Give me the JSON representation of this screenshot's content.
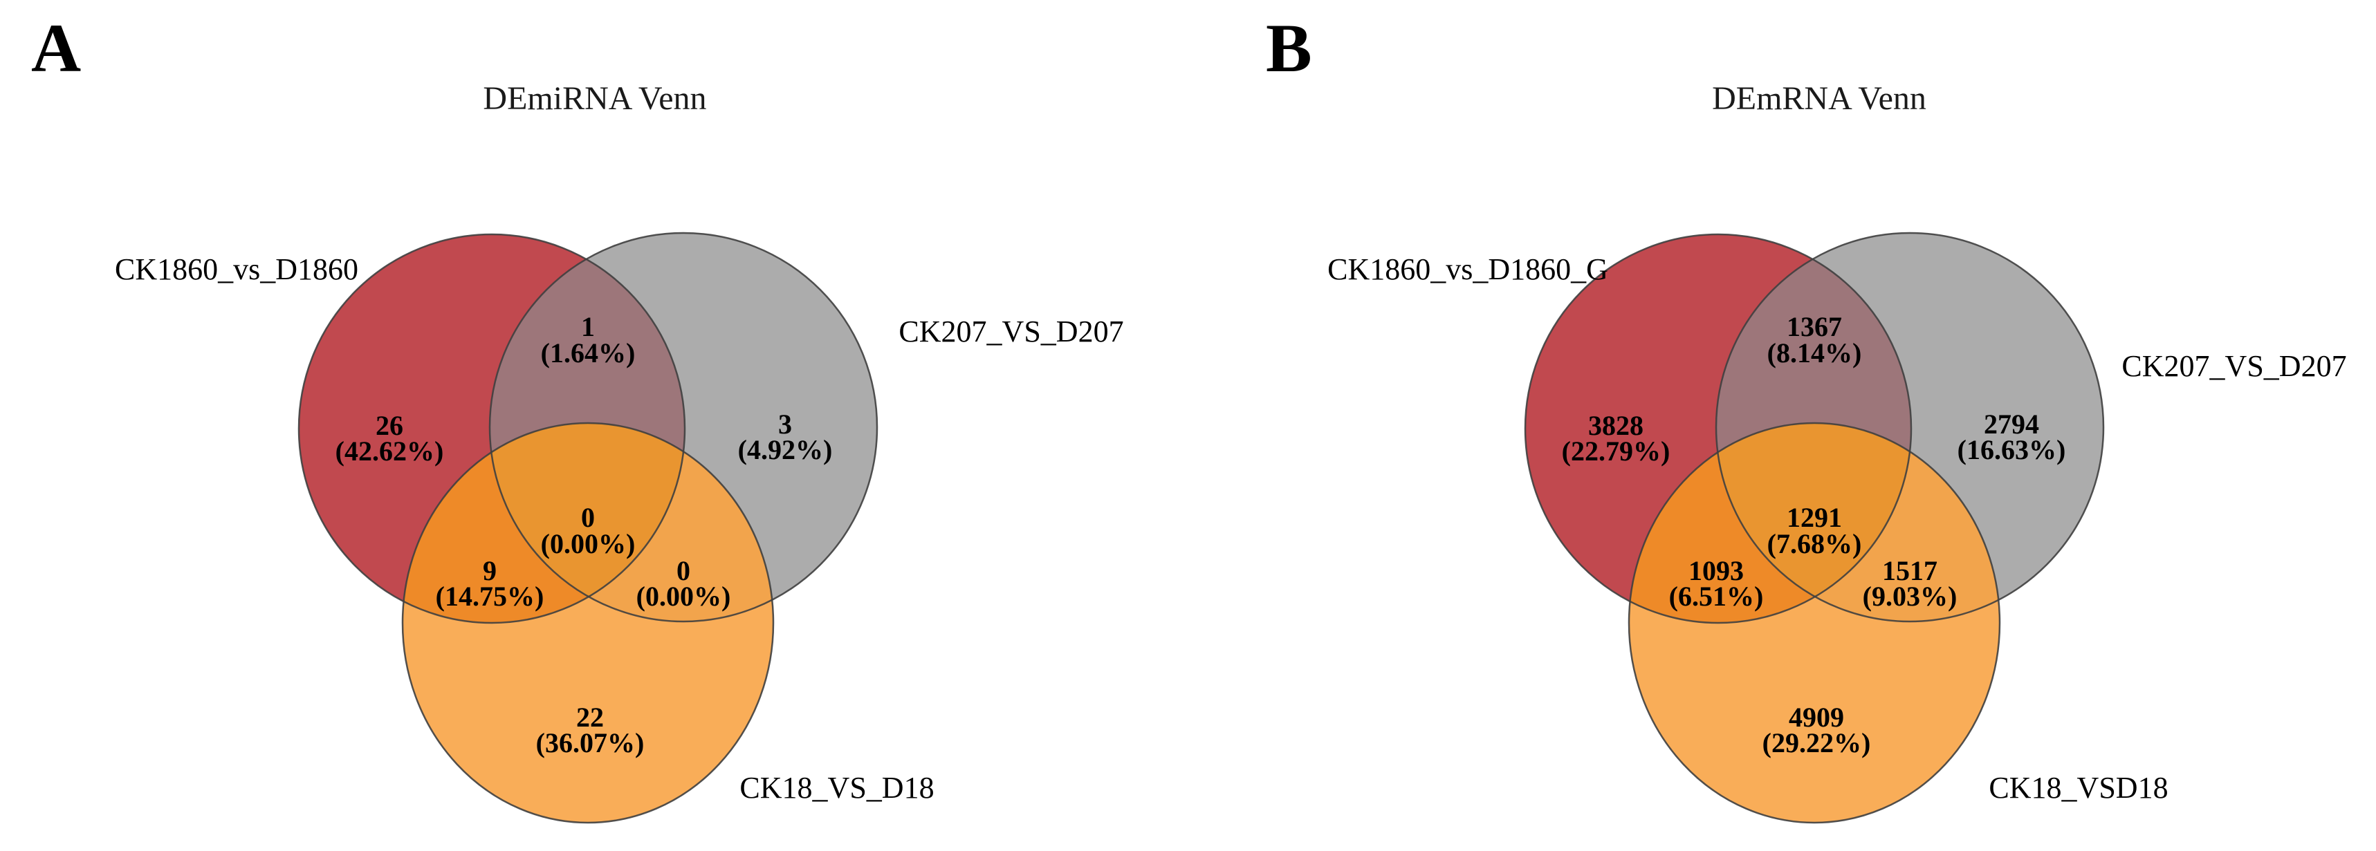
{
  "figure": {
    "background": "#FFFFFF"
  },
  "colors": {
    "red": "#C1494F",
    "gray": "#ACACAC",
    "orange": "#F9AD58",
    "red_gray_overlap": "#9D767A",
    "red_orange_overlap": "#EE8A28",
    "gray_orange_overlap": "#F2A44C",
    "triple_overlap": "#E99530",
    "outline": "#3F3F3F",
    "text": "#000000"
  },
  "panels": [
    {
      "letter": "A",
      "title": "DEmiRNA Venn",
      "sets": {
        "red": "CK1860_vs_D1860",
        "gray": "CK207_VS_D207",
        "orange": "CK18_VS_D18"
      },
      "regions": {
        "red_only": {
          "count": "26",
          "pct": "(42.62%)"
        },
        "red_gray": {
          "count": "1",
          "pct": "(1.64%)"
        },
        "gray_only": {
          "count": "3",
          "pct": "(4.92%)"
        },
        "red_orange": {
          "count": "9",
          "pct": "(14.75%)"
        },
        "triple": {
          "count": "0",
          "pct": "(0.00%)"
        },
        "gray_orange": {
          "count": "0",
          "pct": "(0.00%)"
        },
        "orange_only": {
          "count": "22",
          "pct": "(36.07%)"
        }
      }
    },
    {
      "letter": "B",
      "title": "DEmRNA Venn",
      "sets": {
        "red": "CK1860_vs_D1860_G",
        "gray": "CK207_VS_D207",
        "orange": "CK18_VSD18"
      },
      "regions": {
        "red_only": {
          "count": "3828",
          "pct": "(22.79%)"
        },
        "red_gray": {
          "count": "1367",
          "pct": "(8.14%)"
        },
        "gray_only": {
          "count": "2794",
          "pct": "(16.63%)"
        },
        "red_orange": {
          "count": "1093",
          "pct": "(6.51%)"
        },
        "triple": {
          "count": "1291",
          "pct": "(7.68%)"
        },
        "gray_orange": {
          "count": "1517",
          "pct": "(9.03%)"
        },
        "orange_only": {
          "count": "4909",
          "pct": "(29.22%)"
        }
      }
    }
  ]
}
